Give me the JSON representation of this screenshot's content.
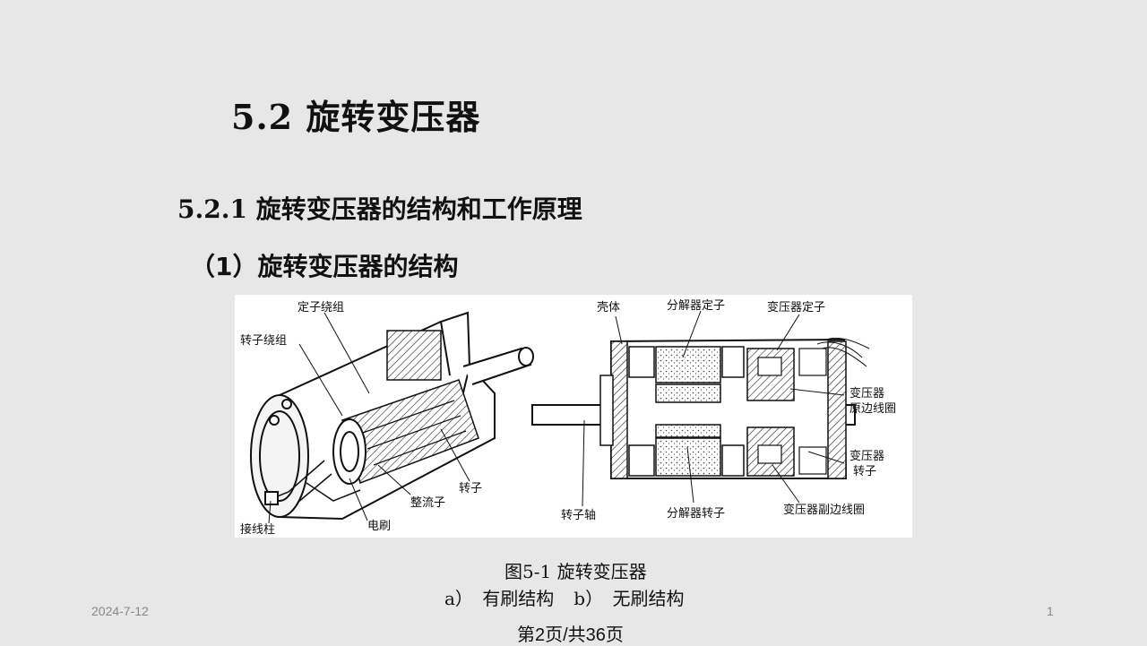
{
  "slide": {
    "title": "5.2  旋转变压器",
    "subtitle": "5.2.1 旋转变压器的结构和工作原理",
    "section": "（1）旋转变压器的结构"
  },
  "figure": {
    "left_labels": [
      "定子绕组",
      "转子绕组",
      "转子",
      "整流子",
      "电刷",
      "接线柱"
    ],
    "right_labels": [
      "壳体",
      "分解器定子",
      "变压器定子",
      "变压器",
      "原边线圈",
      "变压器",
      "转子",
      "转子轴",
      "分解器转子",
      "变压器副边线圈"
    ],
    "caption_title": "图5-1  旋转变压器",
    "caption_a": "a） 有刷结构",
    "caption_b": "b） 无刷结构"
  },
  "footer": {
    "date": "2024-7-12",
    "page_number": "1",
    "page_info": "第2页/共36页"
  }
}
